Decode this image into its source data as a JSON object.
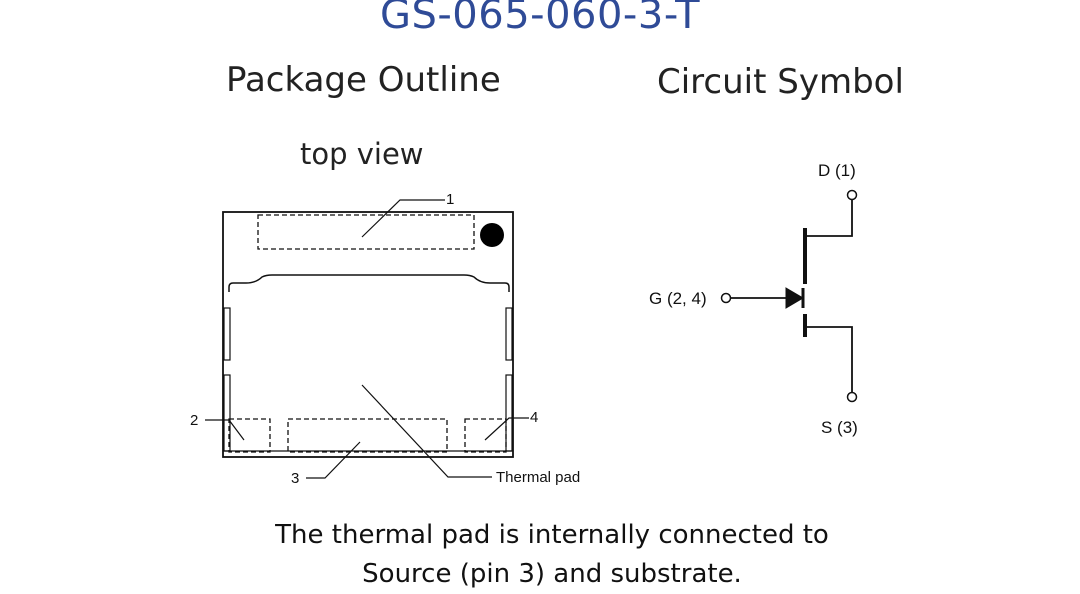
{
  "title": "GS-065-060-3-T",
  "package_heading": "Package Outline",
  "symbol_heading": "Circuit Symbol",
  "view_label": "top view",
  "package_labels": {
    "pin1": "1",
    "pin2": "2",
    "pin3": "3",
    "pin4": "4",
    "thermal_pad": "Thermal pad"
  },
  "symbol_labels": {
    "drain": "D (1)",
    "gate": "G (2, 4)",
    "source": "S (3)"
  },
  "caption": {
    "line1": "The thermal pad is internally connected to",
    "line2": "Source (pin 3) and substrate."
  }
}
